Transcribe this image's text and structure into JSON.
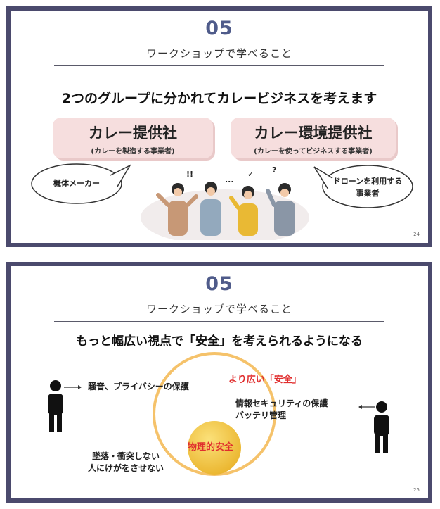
{
  "slide1": {
    "number": "05",
    "subtitle": "ワークショップで学べること",
    "heading": "2つのグループに分かれてカレービジネスを考えます",
    "group_left": {
      "title": "カレー提供社",
      "desc": "(カレーを製造する事業者)"
    },
    "group_right": {
      "title": "カレー環境提供社",
      "desc": "(カレーを使ってビジネスする事業者)"
    },
    "bubble_left": "機体メーカー",
    "bubble_right_line1": "ドローンを利用する",
    "bubble_right_line2": "事業者",
    "marks": [
      "!!",
      "...",
      "✓",
      "?"
    ],
    "page": "24"
  },
  "slide2": {
    "number": "05",
    "subtitle": "ワークショップで学べること",
    "heading": "もっと幅広い視点で「安全」を考えられるようになる",
    "left_label": "騒音、プライバシーの保護",
    "right_label_line1": "情報セキュリティの保護",
    "right_label_line2": "バッテリ管理",
    "bottom_label_line1": "墜落・衝突しない",
    "bottom_label_line2": "人にけがをさせない",
    "wide_safety": "より広い「安全」",
    "physical_safety": "物理的安全",
    "page": "25"
  },
  "colors": {
    "frame": "#4b4a6d",
    "number": "#4f5b8a",
    "card": "#f6dede",
    "ring": "#f5c26a",
    "ball": "#f3c640",
    "accent_red": "#e02d2d"
  }
}
